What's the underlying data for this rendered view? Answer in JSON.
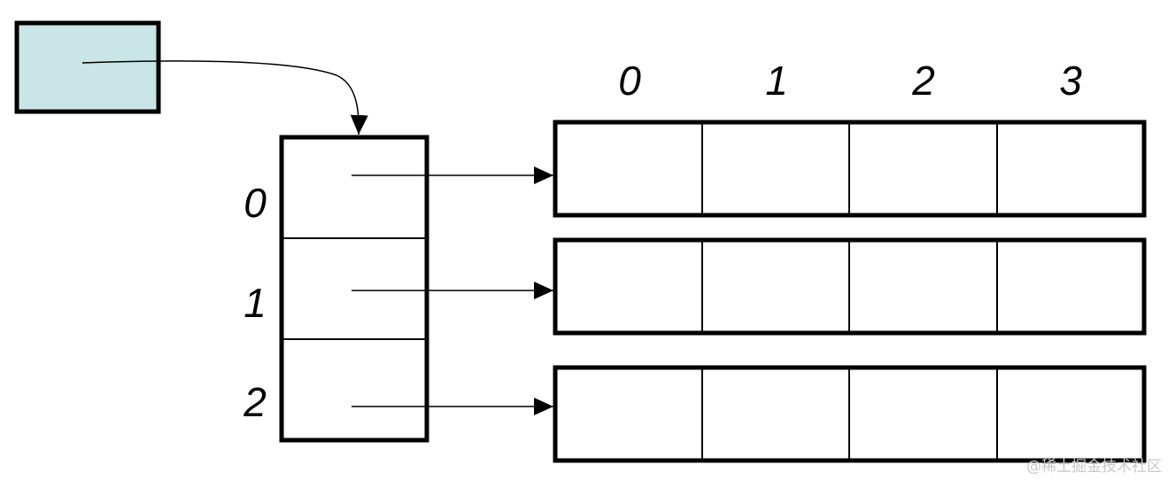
{
  "colors": {
    "pointer_fill": "#c9e5e6",
    "stroke": "#000000",
    "background": "#ffffff",
    "watermark": "#c8c8c8"
  },
  "row_labels": [
    "0",
    "1",
    "2"
  ],
  "column_labels": [
    "0",
    "1",
    "2",
    "3"
  ],
  "watermark": "@稀土掘金技术社区"
}
